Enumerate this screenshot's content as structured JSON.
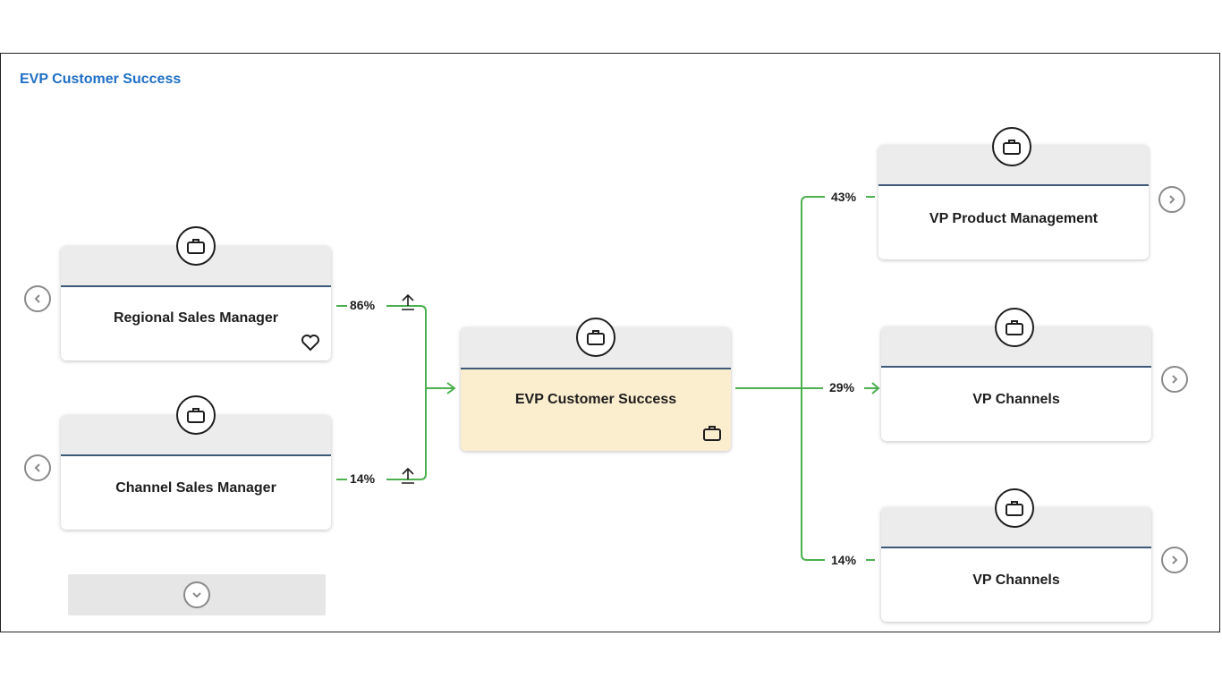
{
  "breadcrumb": "EVP Customer Success",
  "left_nodes": [
    {
      "title": "Regional Sales Manager",
      "percent": "86%"
    },
    {
      "title": "Channel Sales Manager",
      "percent": "14%"
    }
  ],
  "center_node": {
    "title": "EVP Customer Success"
  },
  "right_nodes": [
    {
      "title": "VP Product Management",
      "percent": "43%"
    },
    {
      "title": "VP Channels",
      "percent": "29%"
    },
    {
      "title": "VP Channels",
      "percent": "14%"
    }
  ],
  "colors": {
    "connector": "#4caf50",
    "highlight": "#fbeecf",
    "band": "#ececec",
    "breadcrumb": "#1f6fc5"
  }
}
